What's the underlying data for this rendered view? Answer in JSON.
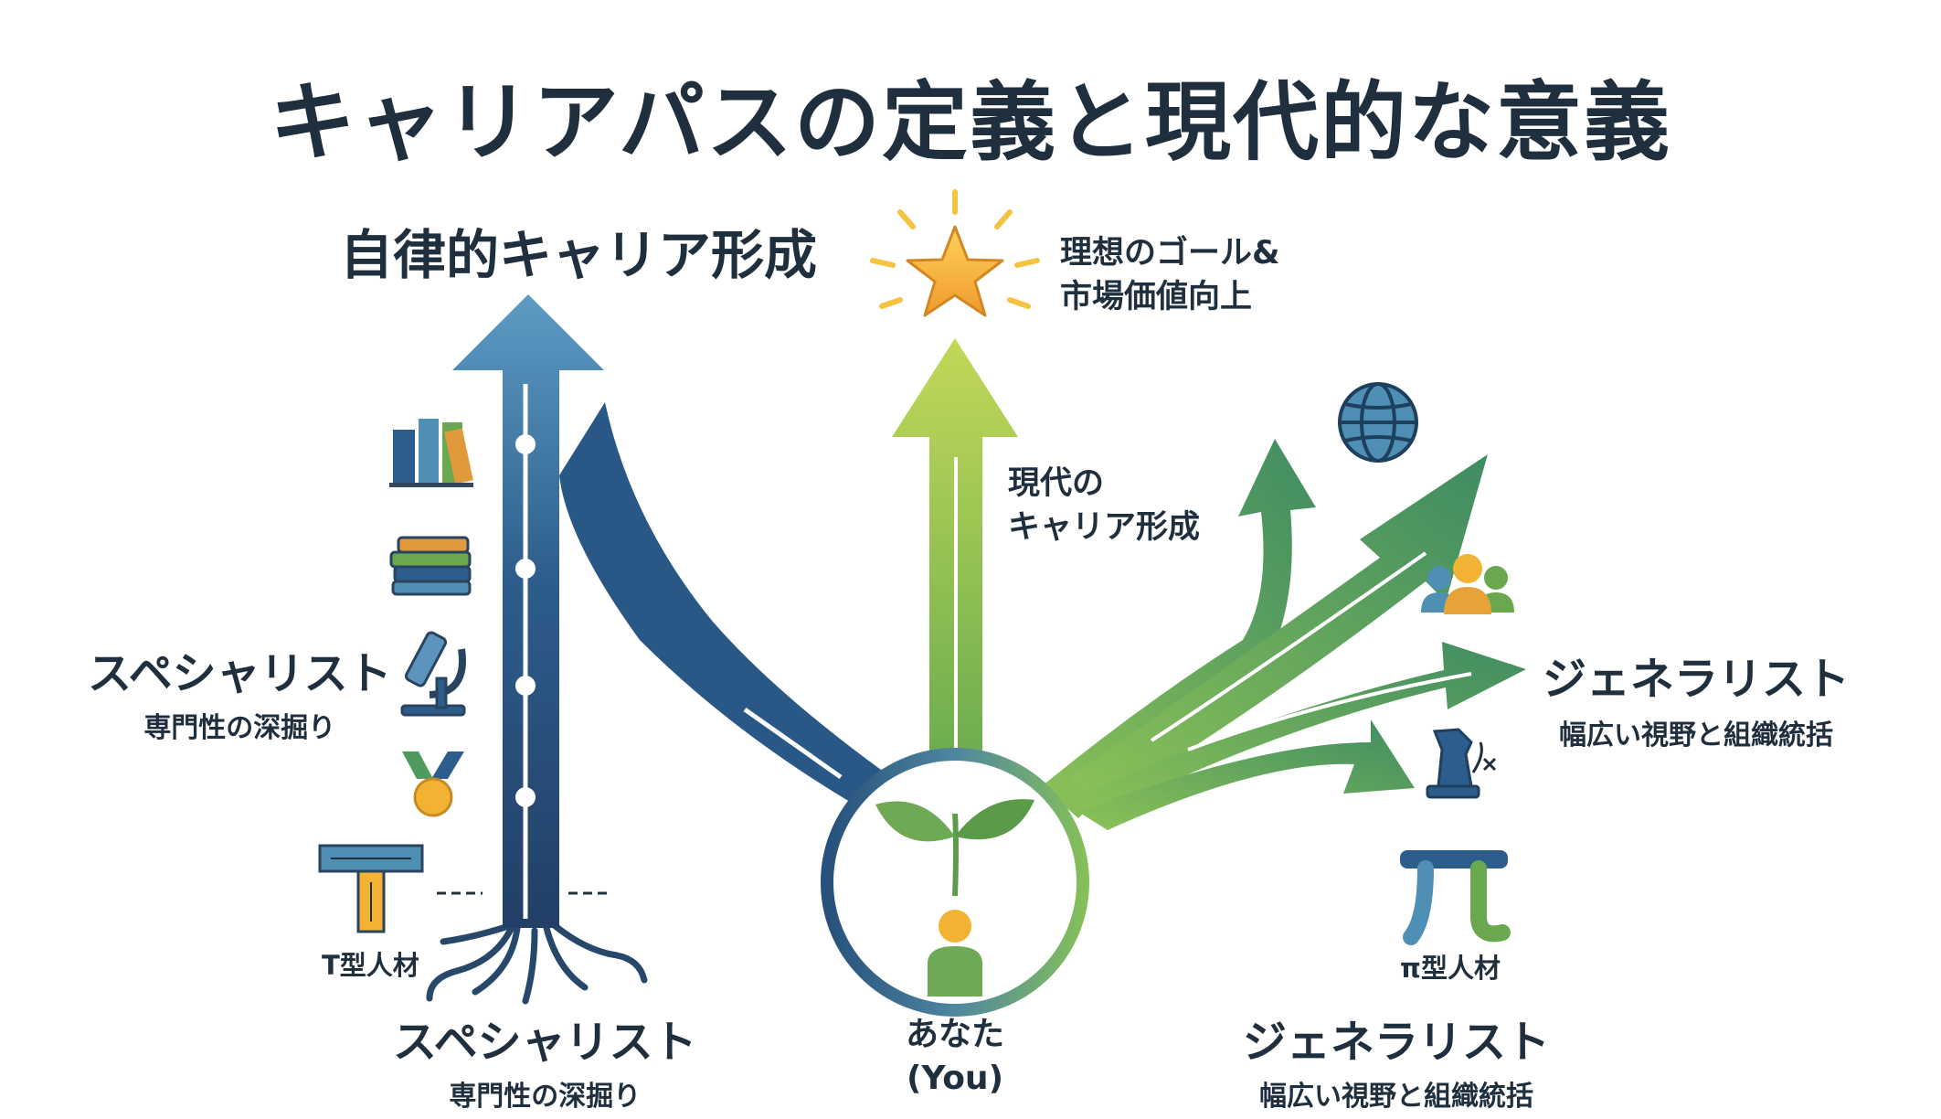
{
  "title": "キャリアパスの定義と現代的な意義",
  "autonomous_label": "自律的キャリア形成",
  "goal": {
    "line1": "理想のゴール&",
    "line2": "市場価値向上"
  },
  "modern": {
    "line1": "現代の",
    "line2": "キャリア形成"
  },
  "specialist_left": {
    "name": "スペシャリスト",
    "desc": "専門性の深掘り"
  },
  "generalist_right": {
    "name": "ジェネラリスト",
    "desc": "幅広い視野と組織統括"
  },
  "specialist_bottom": {
    "name": "スペシャリスト",
    "desc": "専門性の深掘り"
  },
  "generalist_bottom": {
    "name": "ジェネラリスト",
    "desc": "幅広い視野と組織統括"
  },
  "you": {
    "line1": "あなた",
    "line2": "(You)"
  },
  "t_type": "T型人材",
  "pi_type": "π型人材",
  "pi_symbol": "π",
  "icons": [
    "books-icon",
    "stacked-books-icon",
    "microscope-icon",
    "medal-icon",
    "t-shape-icon",
    "star-icon",
    "globe-icon",
    "people-icon",
    "chess-knight-icon",
    "pi-icon",
    "sprout-icon",
    "person-icon"
  ],
  "colors": {
    "navy": "#27507a",
    "blue": "#4f88b3",
    "green": "#7ab85c",
    "dark_green": "#4f9a5e",
    "gold": "#f2b233",
    "text": "#1f2f3e"
  }
}
